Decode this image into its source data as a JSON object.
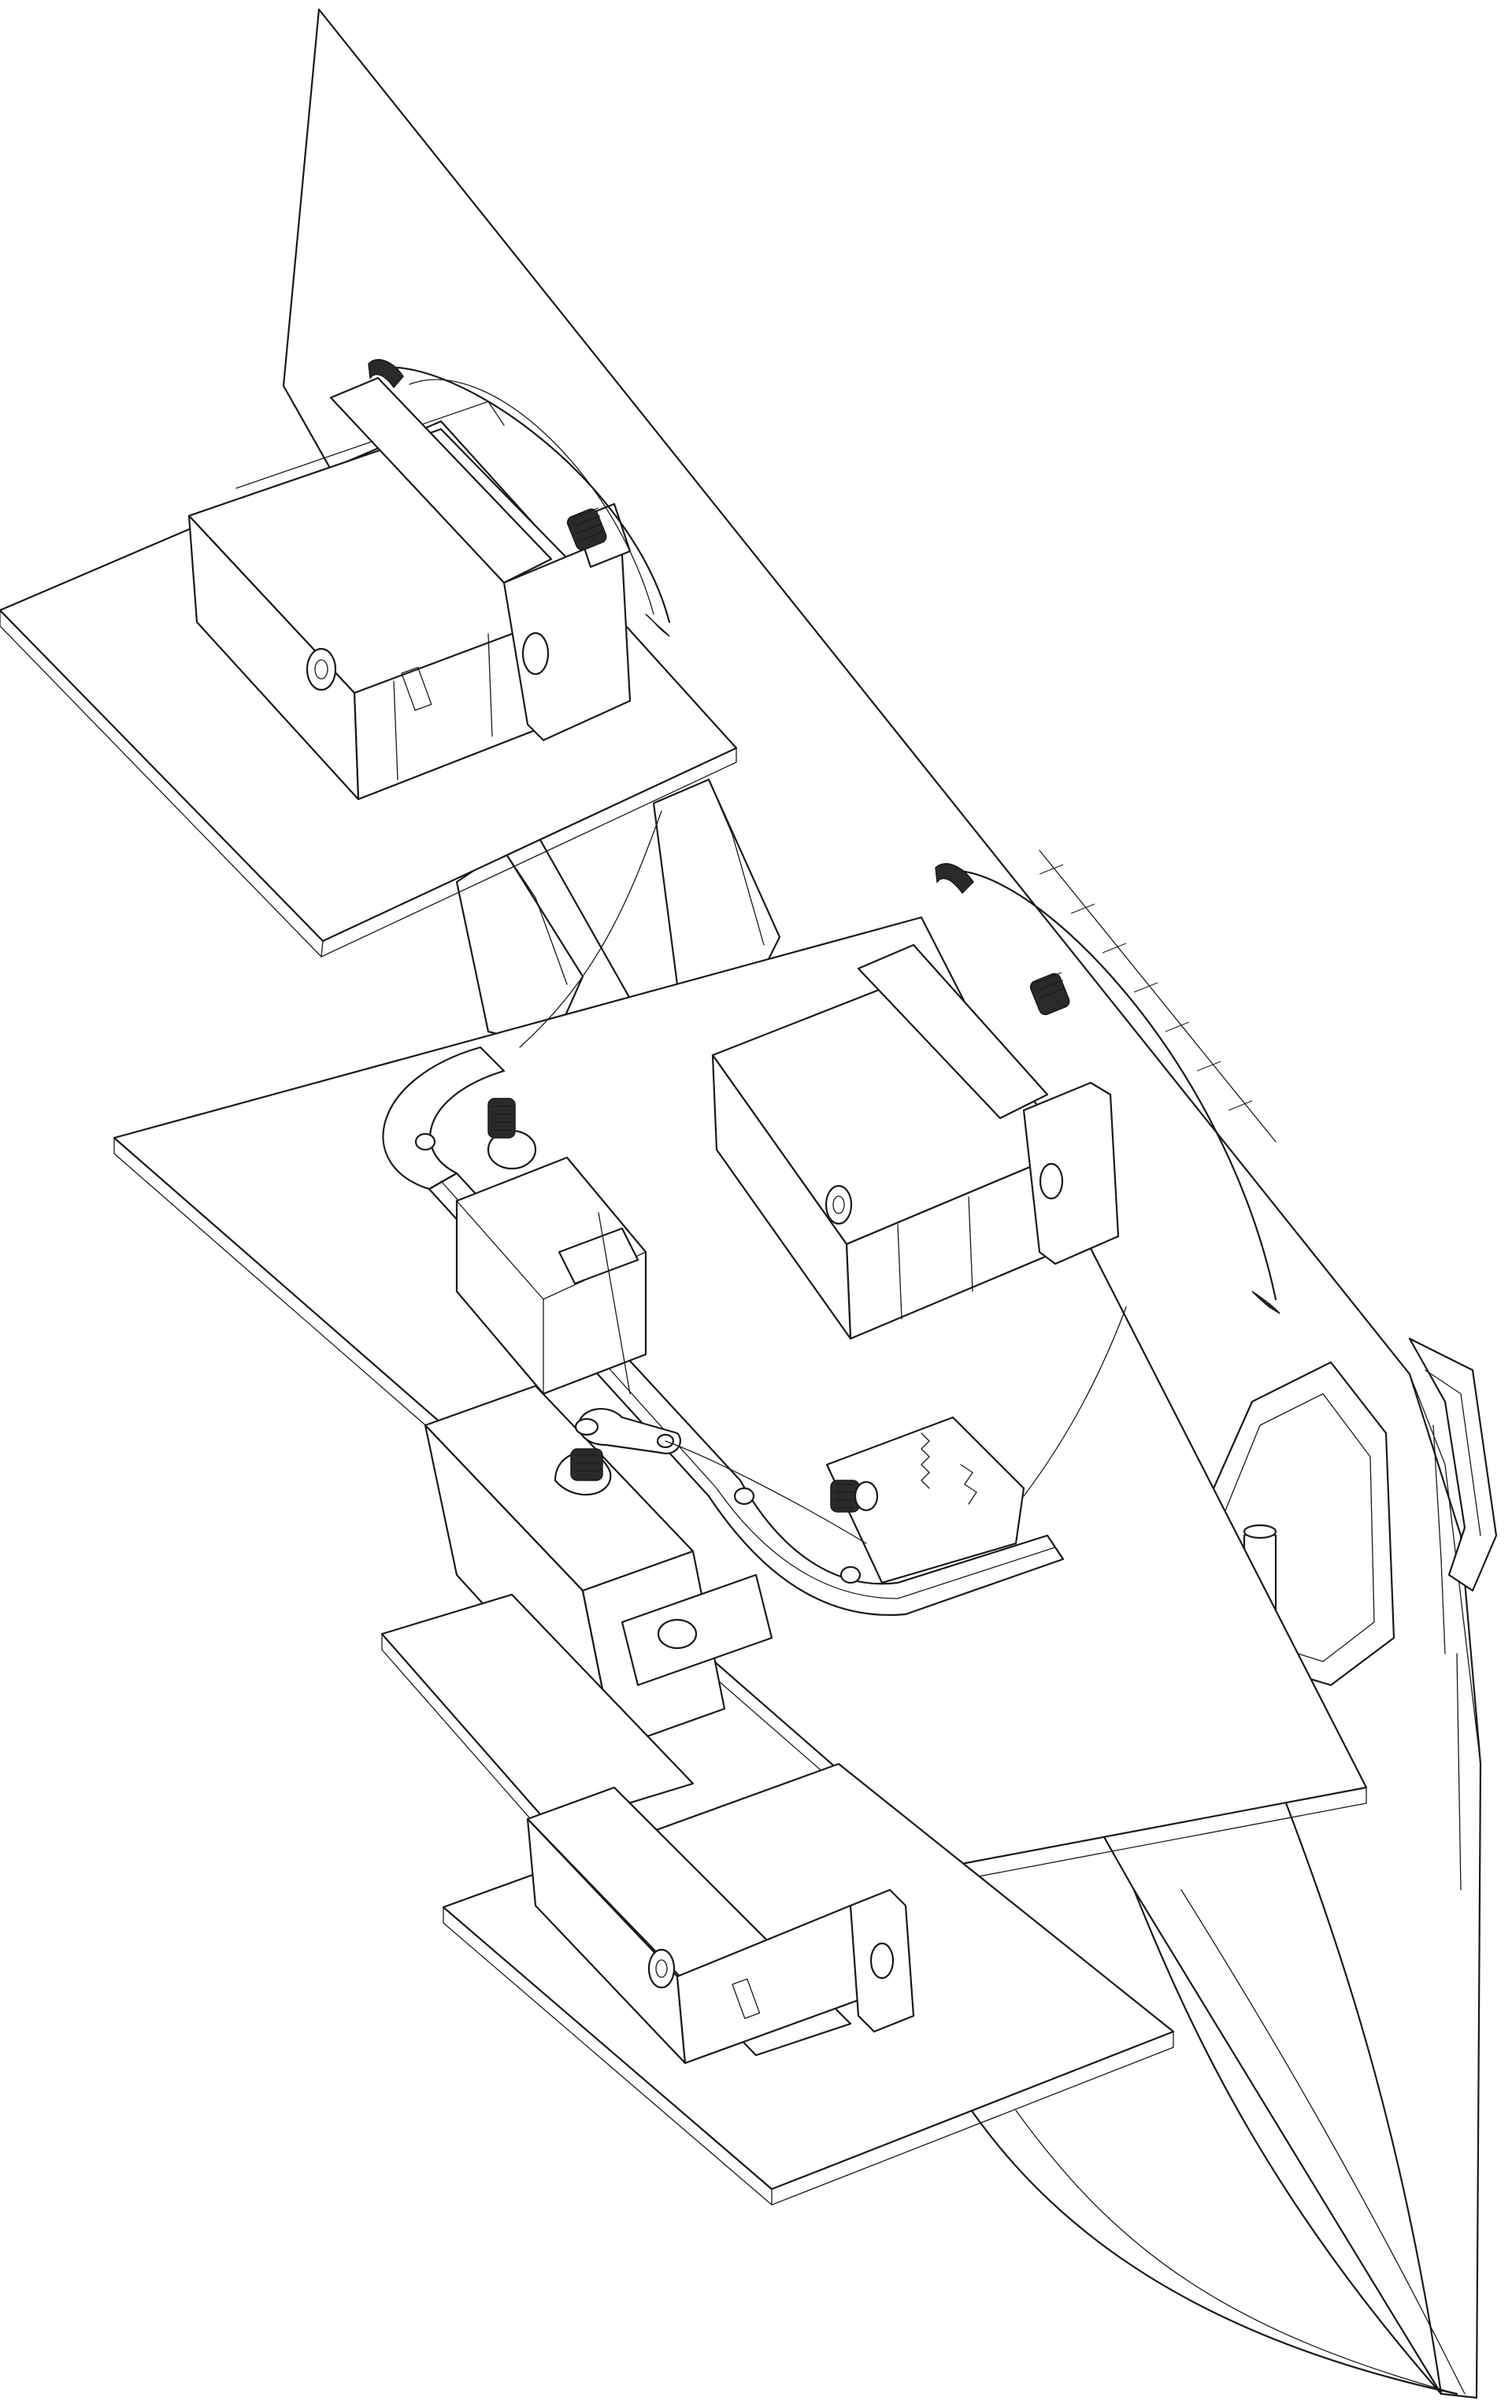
{
  "drawing": {
    "line_color": "#1a1a1a",
    "background_color": "#ffffff",
    "components": [
      {
        "name": "main-backplate"
      },
      {
        "name": "upper-servo-shelf"
      },
      {
        "name": "middle-servo-shelf"
      },
      {
        "name": "lower-servo-shelf"
      },
      {
        "name": "bottom-servo-shelf"
      },
      {
        "name": "upper-servo"
      },
      {
        "name": "middle-servo"
      },
      {
        "name": "lower-left-servo"
      },
      {
        "name": "bottom-servo"
      },
      {
        "name": "servo-horn-linkage"
      },
      {
        "name": "curved-guide-rail"
      },
      {
        "name": "gear-segment"
      },
      {
        "name": "side-bracket"
      }
    ]
  }
}
